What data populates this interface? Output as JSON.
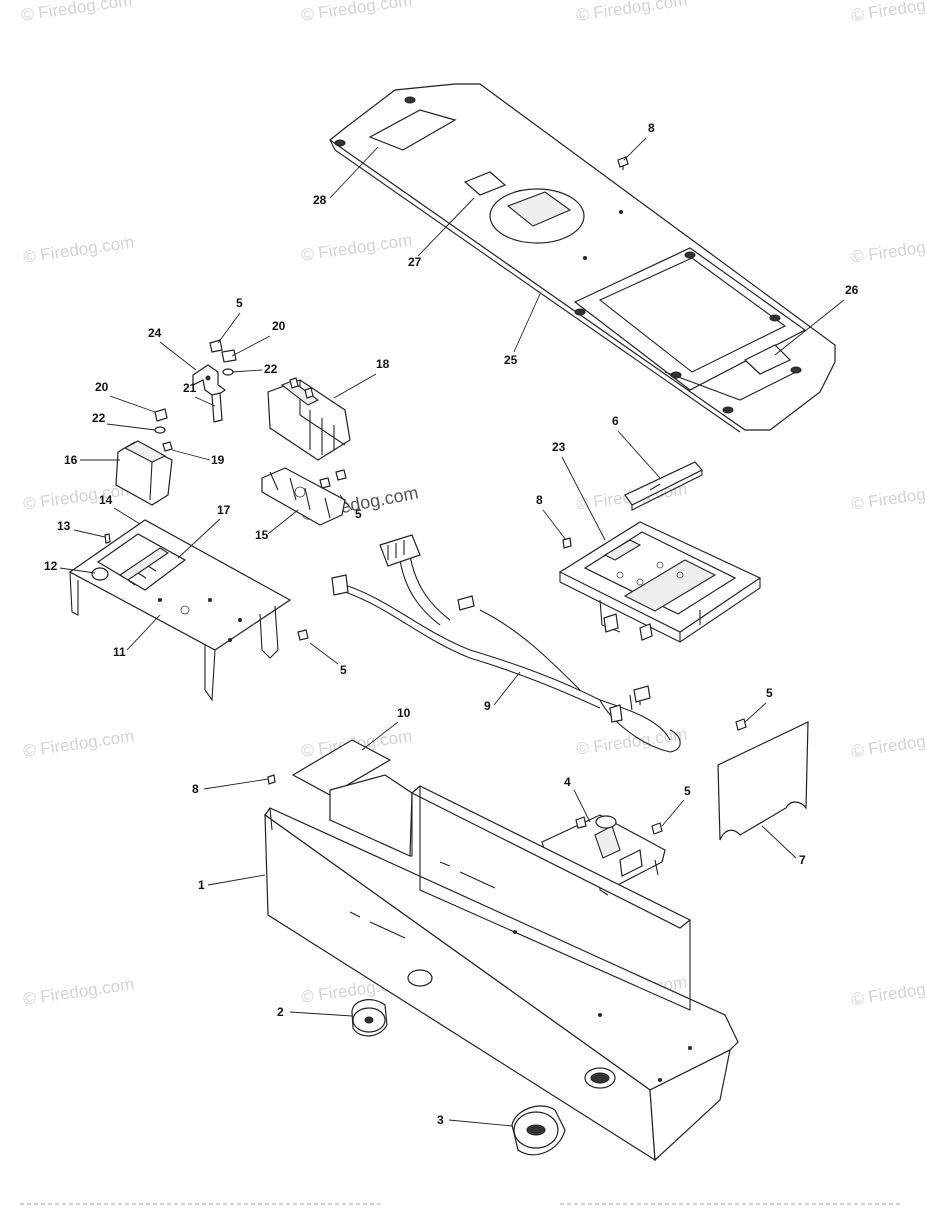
{
  "watermark": {
    "text": "© Firedog.com"
  },
  "diagram": {
    "callouts": [
      "1",
      "2",
      "3",
      "4",
      "5",
      "5",
      "5",
      "5",
      "5",
      "6",
      "7",
      "8",
      "8",
      "8",
      "9",
      "10",
      "11",
      "12",
      "13",
      "14",
      "15",
      "16",
      "17",
      "18",
      "19",
      "20",
      "20",
      "21",
      "22",
      "22",
      "23",
      "24",
      "25",
      "26",
      "27",
      "28"
    ]
  }
}
